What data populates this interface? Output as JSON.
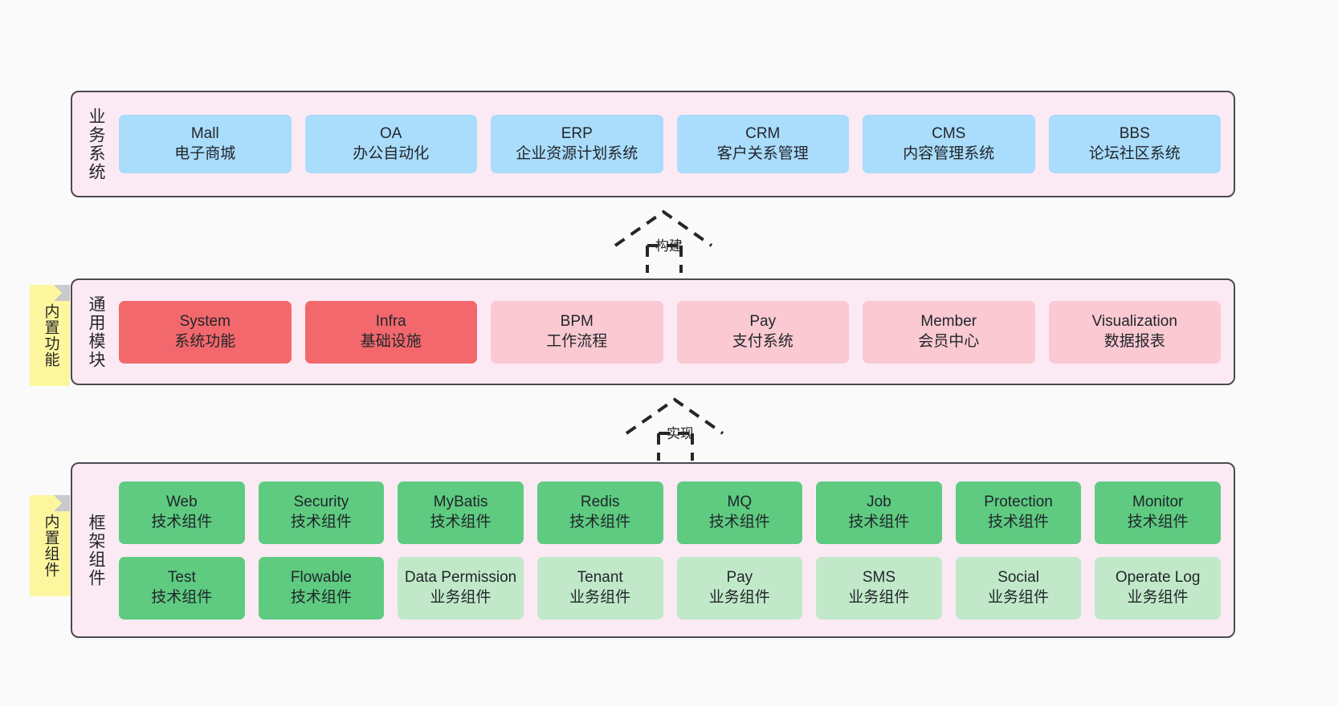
{
  "notes": [
    {
      "id": "builtin-functions",
      "label": "内置功能"
    },
    {
      "id": "builtin-components",
      "label": "内置组件"
    }
  ],
  "arrows": [
    {
      "id": "build",
      "label": "构建",
      "style": "dashed-hollow-triangle"
    },
    {
      "id": "implement",
      "label": "实现",
      "style": "dashed-hollow-triangle"
    }
  ],
  "layers": [
    {
      "id": "business-system",
      "title": "业务系统",
      "rows": [
        {
          "cells": [
            {
              "en": "Mall",
              "cn": "电子商城",
              "color": "#aadcfb"
            },
            {
              "en": "OA",
              "cn": "办公自动化",
              "color": "#aadcfb"
            },
            {
              "en": "ERP",
              "cn": "企业资源计划系统",
              "color": "#aadcfb"
            },
            {
              "en": "CRM",
              "cn": "客户关系管理",
              "color": "#aadcfb"
            },
            {
              "en": "CMS",
              "cn": "内容管理系统",
              "color": "#aadcfb"
            },
            {
              "en": "BBS",
              "cn": "论坛社区系统",
              "color": "#aadcfb"
            }
          ]
        }
      ]
    },
    {
      "id": "common-modules",
      "title": "通用模块",
      "rows": [
        {
          "cells": [
            {
              "en": "System",
              "cn": "系统功能",
              "color": "#f2686c"
            },
            {
              "en": "Infra",
              "cn": "基础设施",
              "color": "#f2686c"
            },
            {
              "en": "BPM",
              "cn": "工作流程",
              "color": "#fbc9d2"
            },
            {
              "en": "Pay",
              "cn": "支付系统",
              "color": "#fbc9d2"
            },
            {
              "en": "Member",
              "cn": "会员中心",
              "color": "#fbc9d2"
            },
            {
              "en": "Visualization",
              "cn": "数据报表",
              "color": "#fbc9d2"
            }
          ]
        }
      ]
    },
    {
      "id": "framework-components",
      "title": "框架组件",
      "rows": [
        {
          "cells": [
            {
              "en": "Web",
              "cn": "技术组件",
              "color": "#5ecb80"
            },
            {
              "en": "Security",
              "cn": "技术组件",
              "color": "#5ecb80"
            },
            {
              "en": "MyBatis",
              "cn": "技术组件",
              "color": "#5ecb80"
            },
            {
              "en": "Redis",
              "cn": "技术组件",
              "color": "#5ecb80"
            },
            {
              "en": "MQ",
              "cn": "技术组件",
              "color": "#5ecb80"
            },
            {
              "en": "Job",
              "cn": "技术组件",
              "color": "#5ecb80"
            },
            {
              "en": "Protection",
              "cn": "技术组件",
              "color": "#5ecb80"
            },
            {
              "en": "Monitor",
              "cn": "技术组件",
              "color": "#5ecb80"
            }
          ]
        },
        {
          "cells": [
            {
              "en": "Test",
              "cn": "技术组件",
              "color": "#5ecb80"
            },
            {
              "en": "Flowable",
              "cn": "技术组件",
              "color": "#5ecb80"
            },
            {
              "en": "Data Permission",
              "cn": "业务组件",
              "color": "#c1e9c9"
            },
            {
              "en": "Tenant",
              "cn": "业务组件",
              "color": "#c1e9c9"
            },
            {
              "en": "Pay",
              "cn": "业务组件",
              "color": "#c1e9c9"
            },
            {
              "en": "SMS",
              "cn": "业务组件",
              "color": "#c1e9c9"
            },
            {
              "en": "Social",
              "cn": "业务组件",
              "color": "#c1e9c9"
            },
            {
              "en": "Operate Log",
              "cn": "业务组件",
              "color": "#c1e9c9"
            }
          ]
        }
      ]
    }
  ],
  "colors": {
    "background": "#fafafa",
    "panel_fill": "#fbeaf4",
    "panel_border": "#4a4a52",
    "note_fill": "#fcf79e",
    "note_fold": "#cccccc",
    "blue": "#aadcfb",
    "red": "#f2686c",
    "pink": "#fbc9d2",
    "green": "#5ecb80",
    "light_green": "#c1e9c9",
    "arrow": "#262626"
  }
}
